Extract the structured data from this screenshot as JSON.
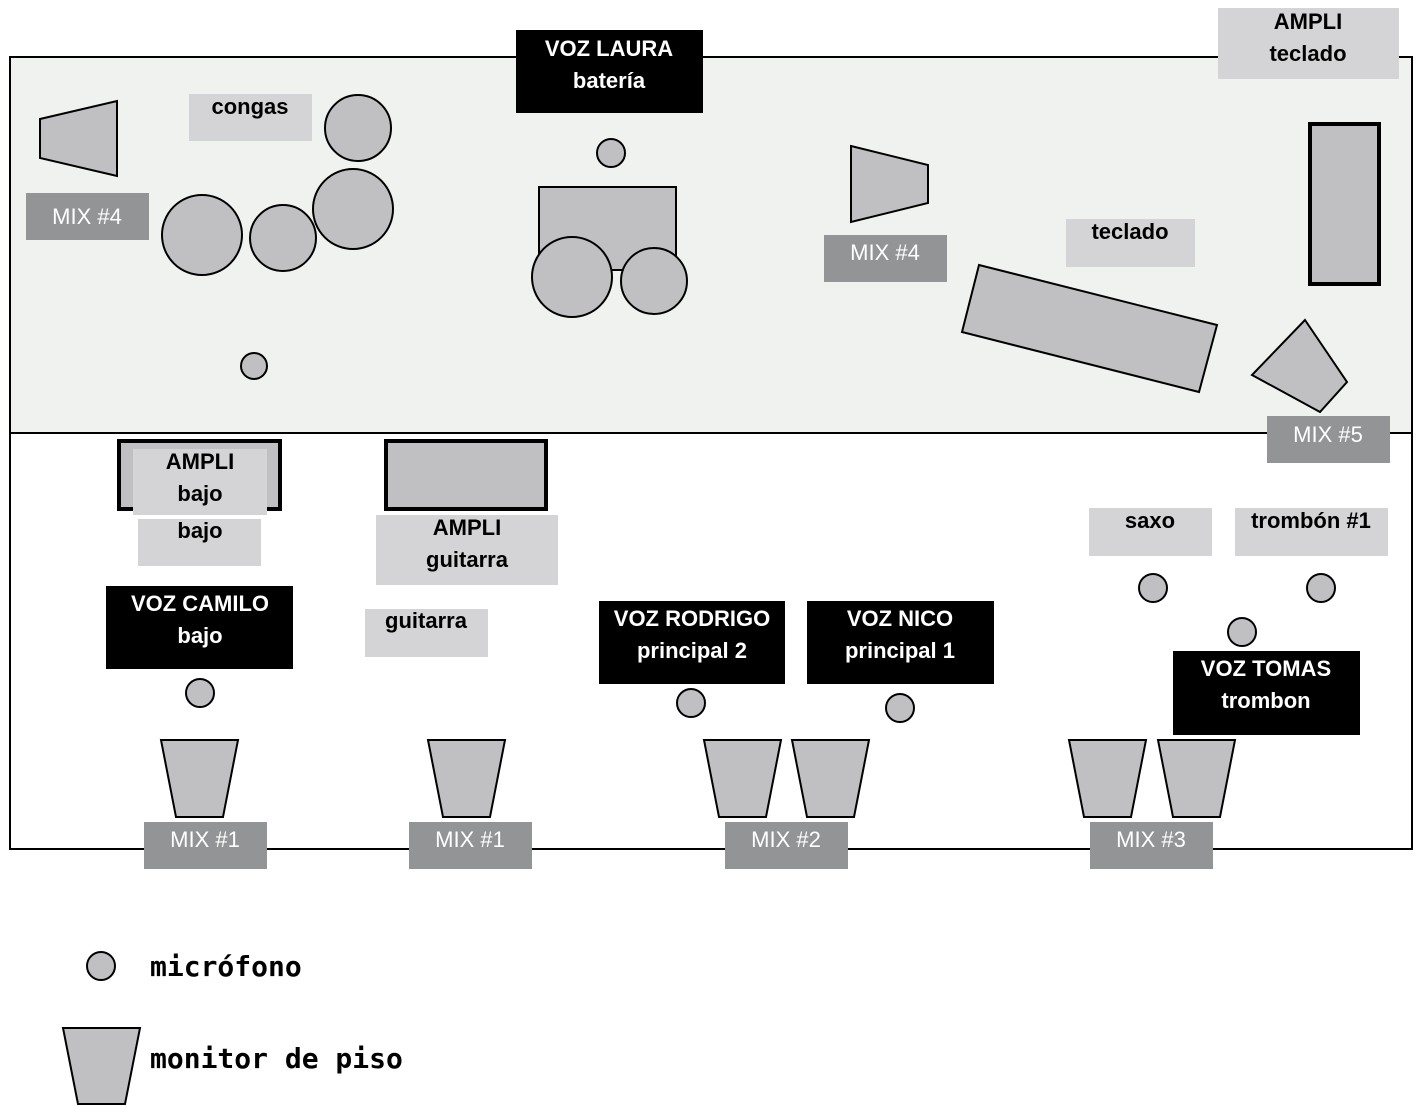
{
  "stage_plot": {
    "upstage_labels": {
      "congas": "congas",
      "voz_laura": [
        "VOZ LAURA",
        "batería"
      ],
      "ampli_teclado": [
        "AMPLI",
        "teclado"
      ],
      "teclado": "teclado"
    },
    "downstage_labels": {
      "ampli_bajo": [
        "AMPLI",
        "bajo"
      ],
      "bajo": "bajo",
      "ampli_guitarra": [
        "AMPLI",
        "guitarra"
      ],
      "guitarra": "guitarra",
      "voz_camilo": [
        "VOZ CAMILO",
        "bajo"
      ],
      "voz_rodrigo": [
        "VOZ RODRIGO",
        "principal 2"
      ],
      "voz_nico": [
        "VOZ NICO",
        "principal 1"
      ],
      "voz_tomas": [
        "VOZ TOMAS",
        "trombon"
      ],
      "saxo": "saxo",
      "trombon_1": "trombón #1"
    },
    "mix_labels": {
      "mix4_left": "MIX #4",
      "mix4_center": "MIX #4",
      "mix5": "MIX #5",
      "mix1_a": "MIX #1",
      "mix1_b": "MIX #1",
      "mix2": "MIX #2",
      "mix3": "MIX #3"
    }
  },
  "legend": {
    "microphone": "micrófono",
    "floor_monitor": "monitor de piso"
  },
  "colors": {
    "upstage_fill": "#f0f2f0",
    "shape_fill": "#c0c0c2",
    "label_bg_light": "#d4d4d6",
    "label_bg_dark": "#000000",
    "mix_bg": "#939496"
  }
}
